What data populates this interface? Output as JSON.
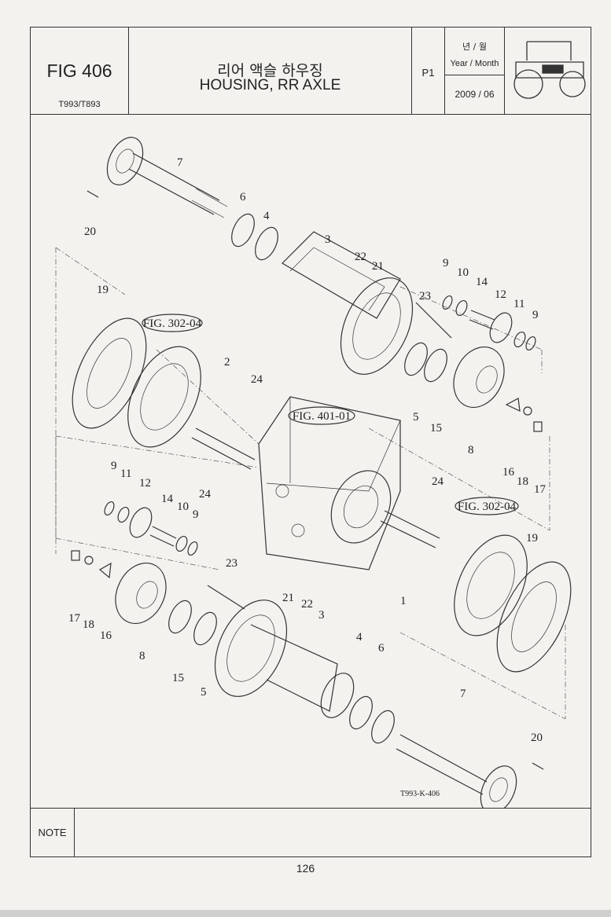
{
  "header": {
    "fig_id": "FIG 406",
    "models": "T993/T893",
    "title_ko": "리어 액슬 하우징",
    "title_en": "HOUSING, RR AXLE",
    "page_code": "P1",
    "year_month_ko": "년 / 월",
    "year_month_en": "Year / Month",
    "year_month_value": "2009 / 06",
    "logo": "tractor-icon"
  },
  "drawing": {
    "drawing_code": "T993-K-406",
    "references": [
      "FIG. 302-04",
      "FIG. 401-01",
      "FIG. 302-04"
    ],
    "part_numbers": [
      "7",
      "6",
      "4",
      "3",
      "22",
      "21",
      "9",
      "10",
      "14",
      "12",
      "11",
      "9",
      "20",
      "19",
      "23",
      "2",
      "24",
      "5",
      "15",
      "8",
      "16",
      "18",
      "17",
      "24",
      "9",
      "11",
      "12",
      "14",
      "10",
      "9",
      "24",
      "19",
      "23",
      "21",
      "22",
      "3",
      "17",
      "18",
      "16",
      "8",
      "15",
      "5",
      "4",
      "6",
      "1",
      "7",
      "20"
    ]
  },
  "note": {
    "label": "NOTE",
    "text": ""
  },
  "footer": {
    "page_number": "126"
  },
  "colors": {
    "ink": "#333333",
    "paper": "#f3f2ef"
  }
}
